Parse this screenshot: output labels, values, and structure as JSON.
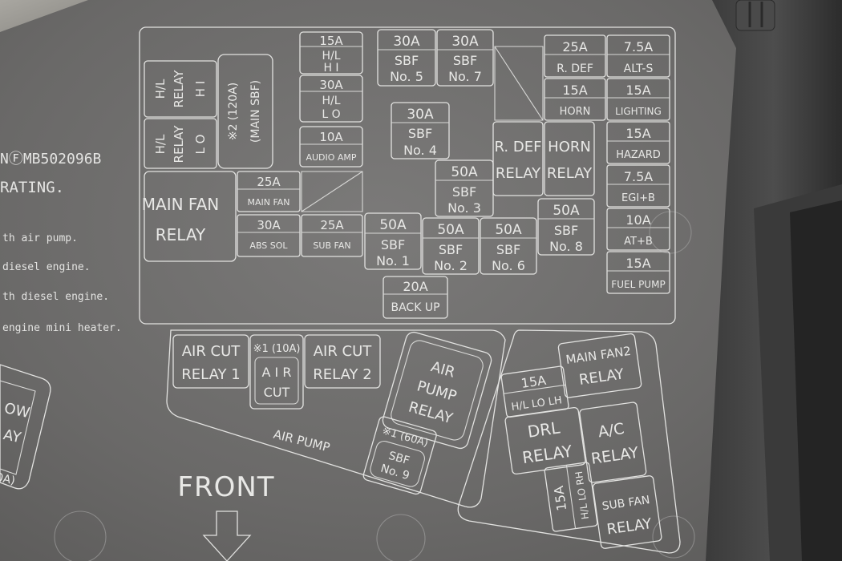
{
  "left_text": {
    "part_no": "NⒻMB502096B",
    "rating": "RATING.",
    "note1": "th air pump.",
    "note2": "diesel engine.",
    "note3": "th diesel engine.",
    "note4": "engine mini heater."
  },
  "fuses": {
    "hl_hi_amp": "15A",
    "hl_hi_l1": "H/L",
    "hl_hi_l2": "H I",
    "hl_lo_amp": "30A",
    "hl_lo_l1": "H/L",
    "hl_lo_l2": "L O",
    "audio_amp": "10A",
    "audio_name": "AUDIO AMP",
    "sbf5_amp": "30A",
    "sbf5_l1": "SBF",
    "sbf5_l2": "No. 5",
    "sbf7_amp": "30A",
    "sbf7_l1": "SBF",
    "sbf7_l2": "No. 7",
    "sbf4_amp": "30A",
    "sbf4_l1": "SBF",
    "sbf4_l2": "No. 4",
    "sbf3_amp": "50A",
    "sbf3_l1": "SBF",
    "sbf3_l2": "No. 3",
    "sbf1_amp": "50A",
    "sbf1_l1": "SBF",
    "sbf1_l2": "No. 1",
    "sbf2_amp": "50A",
    "sbf2_l1": "SBF",
    "sbf2_l2": "No. 2",
    "sbf6_amp": "50A",
    "sbf6_l1": "SBF",
    "sbf6_l2": "No. 6",
    "sbf8_amp": "50A",
    "sbf8_l1": "SBF",
    "sbf8_l2": "No. 8",
    "mainfan_amp": "25A",
    "mainfan_name": "MAIN FAN",
    "abs_amp": "30A",
    "abs_name": "ABS SOL",
    "subfan_amp": "25A",
    "subfan_name": "SUB FAN",
    "backup_amp": "20A",
    "backup_name": "BACK UP",
    "rdef_amp": "25A",
    "rdef_name": "R. DEF",
    "alts_amp": "7.5A",
    "alts_name": "ALT-S",
    "horn_amp": "15A",
    "horn_name": "HORN",
    "lighting_amp": "15A",
    "lighting_name": "LIGHTING",
    "hazard_amp": "15A",
    "hazard_name": "HAZARD",
    "egib_amp": "7.5A",
    "egib_name": "EGI+B",
    "atb_amp": "10A",
    "atb_name": "AT+B",
    "fuelpump_amp": "15A",
    "fuelpump_name": "FUEL PUMP",
    "hl_lo_lh_amp": "15A",
    "hl_lo_lh_name": "H/L LO LH",
    "hl_lo_rh_amp": "15A",
    "hl_lo_rh_name": "H/L LO RH"
  },
  "relays": {
    "hl_relay_hi_1": "H/L",
    "hl_relay_hi_2": "RELAY",
    "hl_relay_hi_3": "H I",
    "hl_relay_lo_1": "H/L",
    "hl_relay_lo_2": "RELAY",
    "hl_relay_lo_3": "L O",
    "x2_1": "※2 (120A)",
    "x2_2": "(MAIN SBF)",
    "main_fan_1": "MAIN FAN",
    "main_fan_2": "RELAY",
    "rdef_1": "R. DEF",
    "rdef_2": "RELAY",
    "horn_1": "HORN",
    "horn_2": "RELAY",
    "aircut1_1": "AIR CUT",
    "aircut1_2": "RELAY 1",
    "aircut_fuse_amp": "※1 (10A)",
    "aircut_fuse_1": "A I R",
    "aircut_fuse_2": "CUT",
    "aircut2_1": "AIR CUT",
    "aircut2_2": "RELAY 2",
    "airpump_1": "AIR",
    "airpump_2": "PUMP",
    "airpump_3": "RELAY",
    "sbf9_amp": "※1 (60A)",
    "sbf9_1": "SBF",
    "sbf9_2": "No. 9",
    "air_pump_group": "AIR PUMP",
    "mainfan2_1": "MAIN FAN2",
    "mainfan2_2": "RELAY",
    "drl_1": "DRL",
    "drl_2": "RELAY",
    "ac_1": "A/C",
    "ac_2": "RELAY",
    "subfan_1": "SUB FAN",
    "subfan_2": "RELAY",
    "glow_1": "OW",
    "glow_2": "AY",
    "glow_3": "0A)"
  },
  "front_label": "FRONT",
  "colors": {
    "plastic": "#6d6c6b",
    "print": "#e6e6e4",
    "dark_edge": "#2e2e2e"
  },
  "icons": {
    "arrow": "down-arrow-icon"
  }
}
